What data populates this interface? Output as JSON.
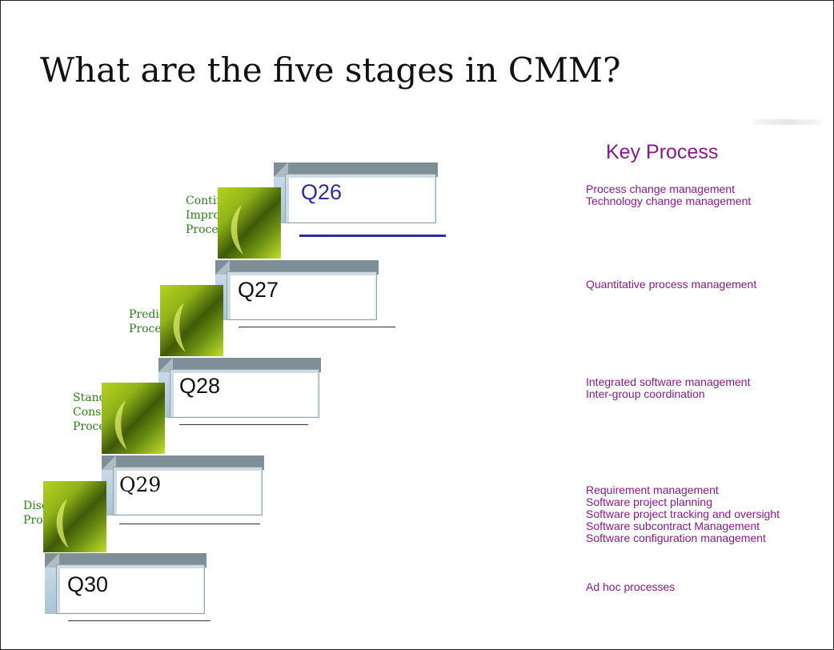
{
  "slide": {
    "title": "What are the five stages in CMM?"
  },
  "stages": [
    {
      "id": "level5",
      "label_lines": [
        "Continuing",
        "Improving",
        "Process"
      ],
      "question": "Q26",
      "question_color": "#2c2c9a"
    },
    {
      "id": "level4",
      "label_lines": [
        "Predictable",
        "Process"
      ],
      "question": "Q27",
      "question_color": "#111111"
    },
    {
      "id": "level3",
      "label_lines": [
        "Standard,",
        "Consistent",
        "Process"
      ],
      "question": "Q28",
      "question_color": "#111111"
    },
    {
      "id": "level2",
      "label_lines": [
        "Disciplined",
        "Process"
      ],
      "question": "Q29",
      "question_color": "#111111"
    },
    {
      "id": "level1",
      "label_lines": [],
      "question": "Q30",
      "question_color": "#111111"
    }
  ],
  "key_process": {
    "heading": "Key Process",
    "groups": [
      [
        "Process change management",
        "Technology change management"
      ],
      [
        "Quantitative process management"
      ],
      [
        "Integrated software management",
        "Inter-group coordination"
      ],
      [
        "Requirement management",
        "Software project planning",
        "Software project tracking and oversight",
        "Software subcontract Management",
        "Software configuration management"
      ],
      [
        "Ad hoc processes"
      ]
    ]
  },
  "colors": {
    "stage_label": "#2e7d1c",
    "key_process_text": "#8a1a8a",
    "q26_underline": "#2c2c9a",
    "blank_underline": "#333333"
  }
}
